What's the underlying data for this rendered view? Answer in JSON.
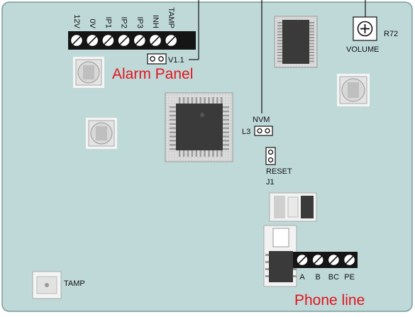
{
  "colors": {
    "board": "#bfd9d9",
    "label": "#111111",
    "callout": "#e0161e",
    "chip": "#3a3a3a",
    "terminal": "#151515"
  },
  "labels": {
    "alarm_panel": "Alarm Panel",
    "phone_line": "Phone line",
    "v11": "V1.1",
    "volume": "VOLUME",
    "r72": "R72",
    "nvm": "NVM",
    "l3": "L3",
    "reset": "RESET",
    "j1": "J1",
    "tamp_switch": "TAMP"
  },
  "alarm_terminals": [
    "12V",
    "0V",
    "IP1",
    "IP2",
    "IP3",
    "INH",
    "TAMP"
  ],
  "phone_terminals": [
    "A",
    "B",
    "BC",
    "PE"
  ]
}
